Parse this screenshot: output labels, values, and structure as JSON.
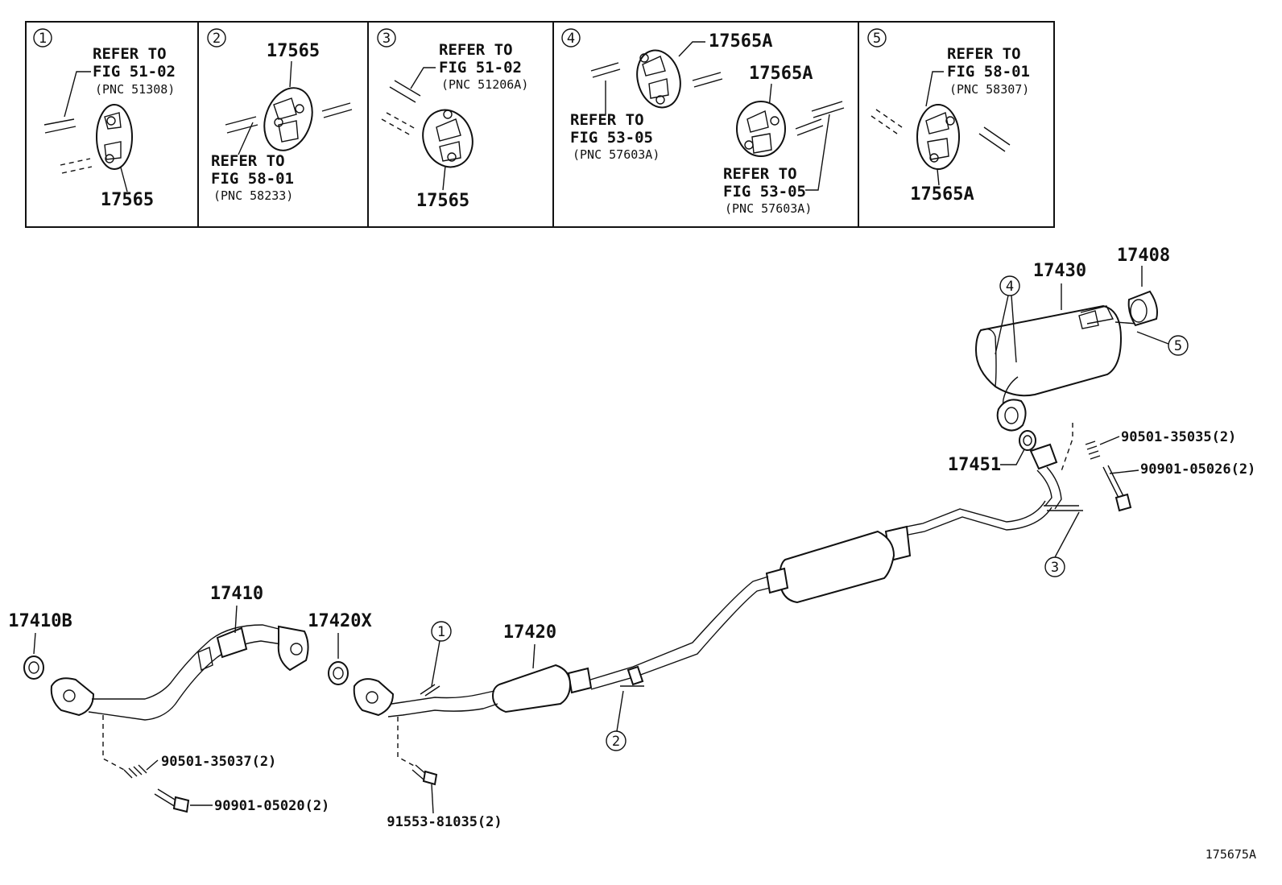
{
  "insets": [
    {
      "num": "1",
      "ref": [
        "REFER TO",
        "FIG 51-02",
        "(PNC 51308)"
      ],
      "part": "17565"
    },
    {
      "num": "2",
      "part_top": "17565",
      "ref": [
        "REFER TO",
        "FIG 58-01",
        "(PNC 58233)"
      ]
    },
    {
      "num": "3",
      "ref": [
        "REFER TO",
        "FIG 51-02",
        "(PNC 51206A)"
      ],
      "part": "17565"
    },
    {
      "num": "4",
      "part_a": "17565A",
      "ref_a": [
        "REFER TO",
        "FIG 53-05",
        "(PNC 57603A)"
      ],
      "part_b": "17565A",
      "ref_b": [
        "REFER TO",
        "FIG 53-05",
        "(PNC 57603A)"
      ]
    },
    {
      "num": "5",
      "ref": [
        "REFER TO",
        "FIG 58-01",
        "(PNC 58307)"
      ],
      "part": "17565A"
    }
  ],
  "parts": {
    "p17430": "17430",
    "p17408": "17408",
    "p17451": "17451",
    "p90501_35035": "90501-35035(2)",
    "p90901_05026": "90901-05026(2)",
    "p17410B": "17410B",
    "p17410": "17410",
    "p17420X": "17420X",
    "p17420": "17420",
    "p90501_35037": "90501-35037(2)",
    "p90901_05020": "90901-05020(2)",
    "p91553_81035": "91553-81035(2)"
  },
  "callouts": {
    "c4": "4",
    "c5": "5",
    "c3": "3",
    "c1": "1",
    "c2": "2"
  },
  "figure_id": "175675A"
}
